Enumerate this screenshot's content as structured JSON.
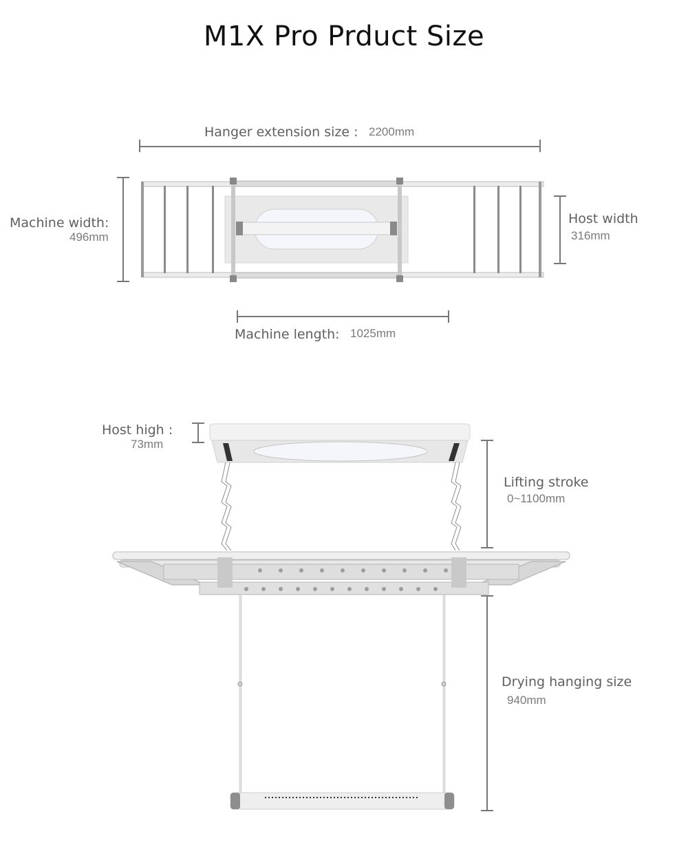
{
  "title": "M1X Pro Prduct Size",
  "top_view": {
    "hanger_extension": {
      "label": "Hanger extension size :",
      "value": "2200mm"
    },
    "machine_width": {
      "label": "Machine width:",
      "value": "496mm"
    },
    "host_width": {
      "label": "Host width",
      "value": "316mm"
    },
    "machine_length": {
      "label": "Machine length:",
      "value": "1025mm"
    }
  },
  "side_view": {
    "host_high": {
      "label": "Host high :",
      "value": "73mm"
    },
    "lifting_stroke": {
      "label": "Lifting stroke",
      "value": "0~1100mm"
    },
    "drying_hanging": {
      "label": "Drying hanging size",
      "value": "940mm"
    }
  },
  "colors": {
    "dimension_line": "#777777",
    "label_text": "#5f5f5f",
    "value_text": "#7a7a7a",
    "frame_gray": "#8a8a8a"
  }
}
